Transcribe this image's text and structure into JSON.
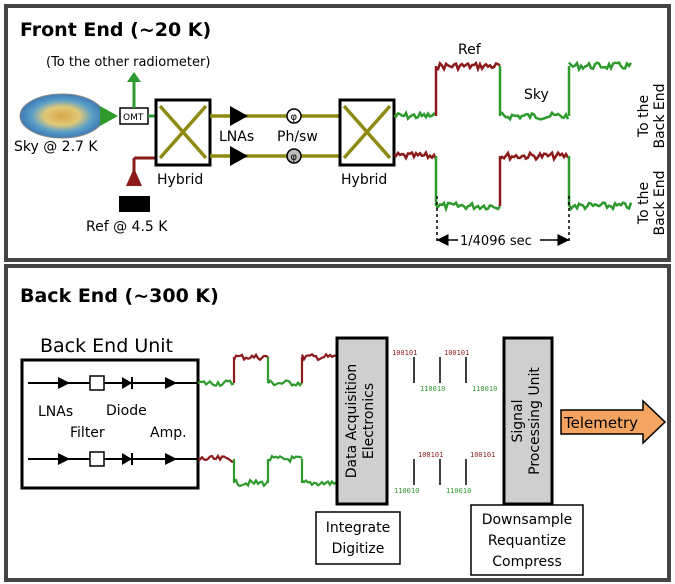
{
  "front_end": {
    "title": "Front End  (~20 K)",
    "other_radiometer": "(To the other radiometer)",
    "sky_label": "Sky @ 2.7 K",
    "ref_label": "Ref @ 4.5 K",
    "omt": "OMT",
    "hybrid_left": "Hybrid",
    "hybrid_right": "Hybrid",
    "lnas": "LNAs",
    "phsw": "Ph/sw",
    "phi": "φ",
    "signal_ref": "Ref",
    "signal_sky": "Sky",
    "to_back_end_top": [
      "To the",
      "Back End"
    ],
    "to_back_end_bottom": [
      "To the",
      "Back End"
    ],
    "period": "1/4096 sec"
  },
  "back_end": {
    "title": "Back End  (~300 K)",
    "unit_title": "Back End Unit",
    "lnas": "LNAs",
    "filter": "Filter",
    "diode": "Diode",
    "amp": "Amp.",
    "daq": [
      "Data Acquisition",
      "Electronics"
    ],
    "spu": [
      "Signal",
      "Processing Unit"
    ],
    "telemetry": "Telemetry",
    "integrate": [
      "Integrate",
      "Digitize"
    ],
    "downsample": [
      "Downsample",
      "Requantize",
      "Compress"
    ],
    "bits_a": "100101",
    "bits_b": "110010"
  },
  "colors": {
    "green": "#2e9a2e",
    "dark_red": "#8b1a1a",
    "olive": "#8f8a14",
    "gray_box": "#cfcfcf",
    "telemetry": "#f4a460"
  }
}
